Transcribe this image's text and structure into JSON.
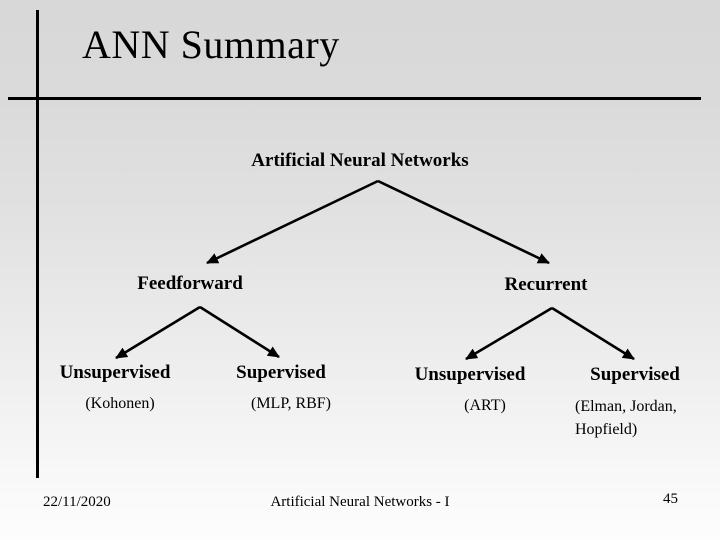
{
  "slide": {
    "title": "ANN Summary",
    "footer": {
      "date": "22/11/2020",
      "title": "Artificial Neural Networks - I",
      "slide_number": "45"
    }
  },
  "diagram": {
    "root": {
      "label": "Artificial Neural Networks"
    },
    "branches": [
      {
        "label": "Feedforward"
      },
      {
        "label": "Recurrent"
      }
    ],
    "leaves": [
      {
        "label": "Unsupervised",
        "detail": "(Kohonen)"
      },
      {
        "label": "Supervised",
        "detail": "(MLP, RBF)"
      },
      {
        "label": "Unsupervised",
        "detail": "(ART)"
      },
      {
        "label": "Supervised",
        "detail": "(Elman, Jordan, Hopfield)"
      }
    ]
  },
  "colors": {
    "text": "#000000",
    "line": "#000000",
    "background_top": "#d8d8d8",
    "background_bottom": "#fdfdfd"
  }
}
